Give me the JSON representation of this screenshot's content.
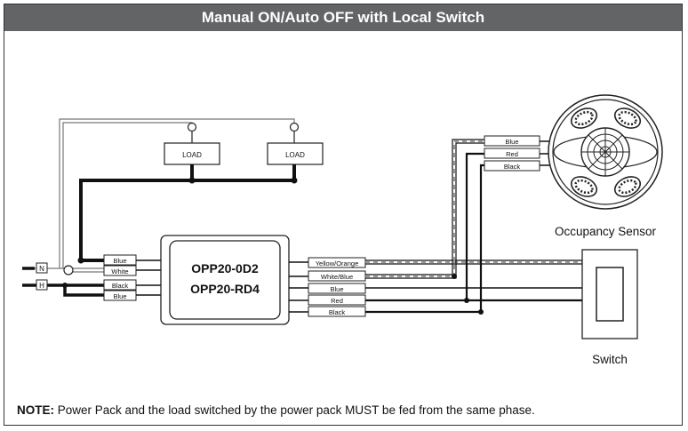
{
  "title": "Manual ON/Auto OFF with Local Switch",
  "loads": [
    "LOAD",
    "LOAD"
  ],
  "terminals": {
    "neutral": "N",
    "hot": "H"
  },
  "power_pack": {
    "model_lines": [
      "OPP20-0D2",
      "OPP20-RD4"
    ],
    "input_wires": [
      "Blue",
      "White",
      "Black",
      "Blue"
    ],
    "output_wires": [
      "Yellow/Orange",
      "White/Blue",
      "Blue",
      "Red",
      "Black"
    ]
  },
  "sensor": {
    "label": "Occupancy Sensor",
    "wires": [
      "Blue",
      "Red",
      "Black"
    ]
  },
  "switch": {
    "label": "Switch"
  },
  "note": {
    "prefix": "NOTE:",
    "text": " Power Pack and the load switched by the power pack MUST be fed from the same phase."
  }
}
